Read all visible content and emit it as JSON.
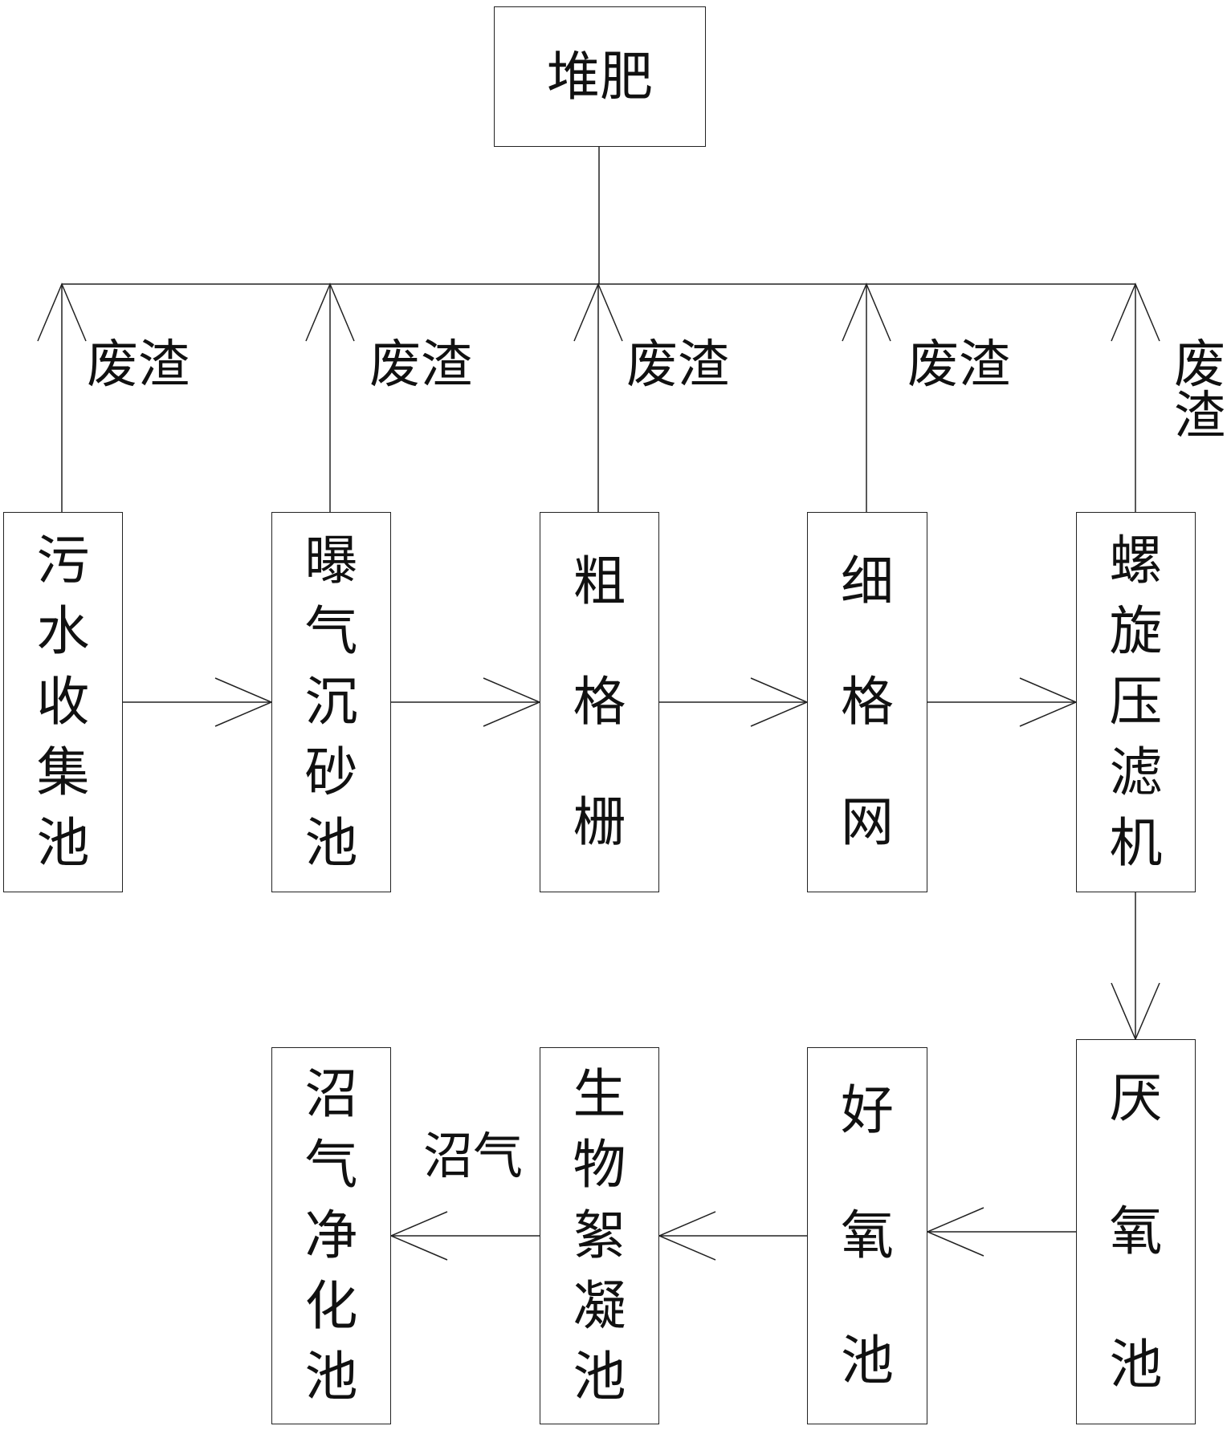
{
  "top_node": {
    "label": "堆肥"
  },
  "waste_label": "废渣",
  "process_row1": [
    {
      "id": "sewage-collection-tank",
      "label": "污水收集池"
    },
    {
      "id": "aerated-grit-chamber",
      "label": "曝气沉砂池"
    },
    {
      "id": "coarse-grille",
      "label": "粗格栅"
    },
    {
      "id": "fine-mesh",
      "label": "细格网"
    },
    {
      "id": "screw-filter-press",
      "label": "螺旋压滤机"
    }
  ],
  "process_row2": [
    {
      "id": "anaerobic-tank",
      "label": "厌氧池"
    },
    {
      "id": "aerobic-tank",
      "label": "好氧池"
    },
    {
      "id": "bioflocculation-tank",
      "label": "生物絮凝池"
    },
    {
      "id": "biogas-purification-tank",
      "label": "沼气净化池"
    }
  ],
  "biogas_label": "沼气",
  "colors": {
    "line": "#222222",
    "text": "#111111",
    "background": "#ffffff"
  }
}
